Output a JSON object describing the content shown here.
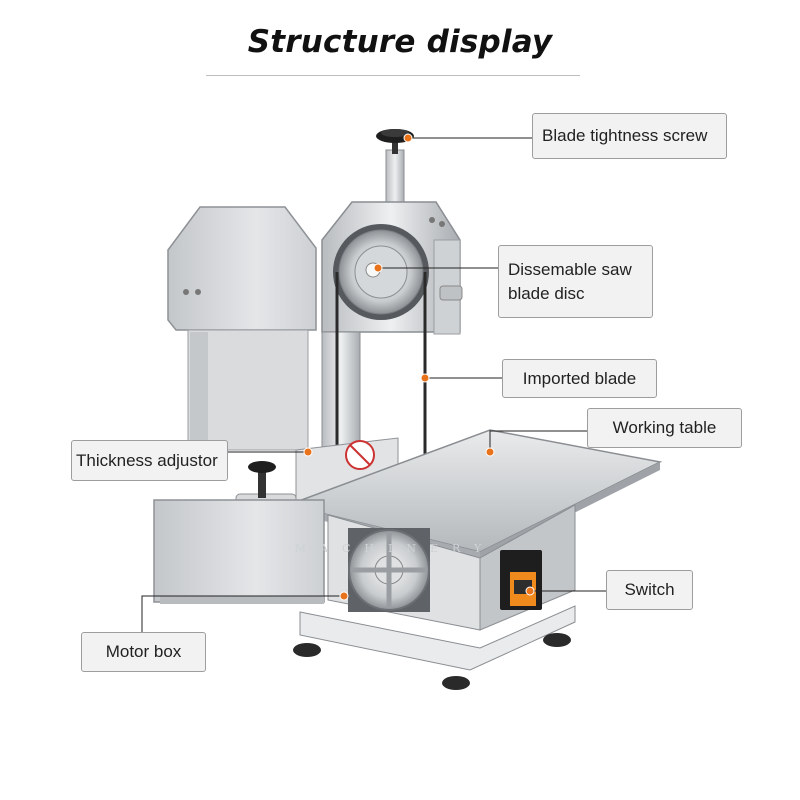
{
  "title": "Structure display",
  "watermark": "MACHINERY",
  "colors": {
    "leader_dot": "#e8731a",
    "leader_line": "#222222",
    "label_bg": "#f2f2f2",
    "label_border": "#9d9d9d",
    "switch_orange": "#f08a1c"
  },
  "labels": {
    "blade_tightness_screw": "Blade tightness screw",
    "dissemable_saw_blade_disc": "Dissemable saw blade disc",
    "imported_blade": "Imported blade",
    "working_table": "Working table",
    "thickness_adjustor": "Thickness adjustor",
    "switch": "Switch",
    "motor_box": "Motor box"
  }
}
